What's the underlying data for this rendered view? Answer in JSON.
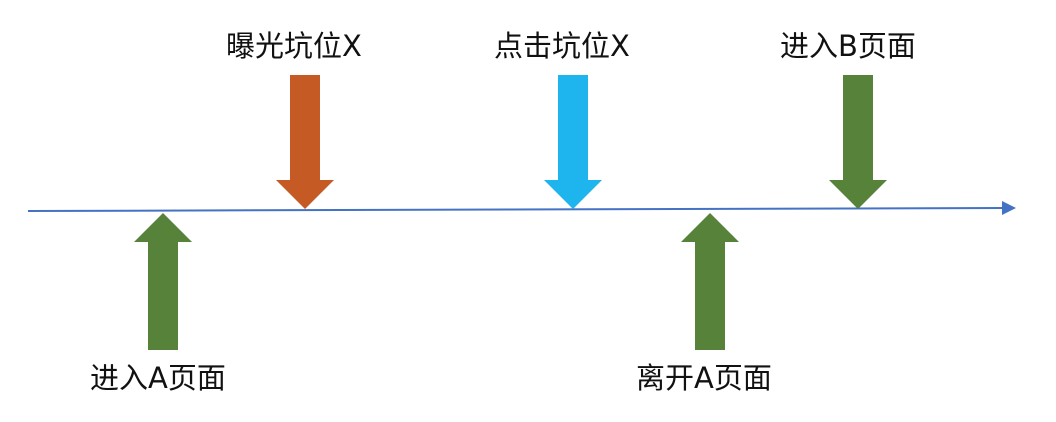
{
  "events": {
    "expose": {
      "label": "曝光坑位X",
      "color": "#C55A24",
      "direction": "down"
    },
    "click": {
      "label": "点击坑位X",
      "color": "#1EB4EE",
      "direction": "down"
    },
    "enter_b": {
      "label": "进入B页面",
      "color": "#56823A",
      "direction": "down"
    },
    "enter_a": {
      "label": "进入A页面",
      "color": "#56823A",
      "direction": "up"
    },
    "leave_a": {
      "label": "离开A页面",
      "color": "#56823A",
      "direction": "up"
    }
  },
  "timeline": {
    "color": "#4472C4"
  }
}
